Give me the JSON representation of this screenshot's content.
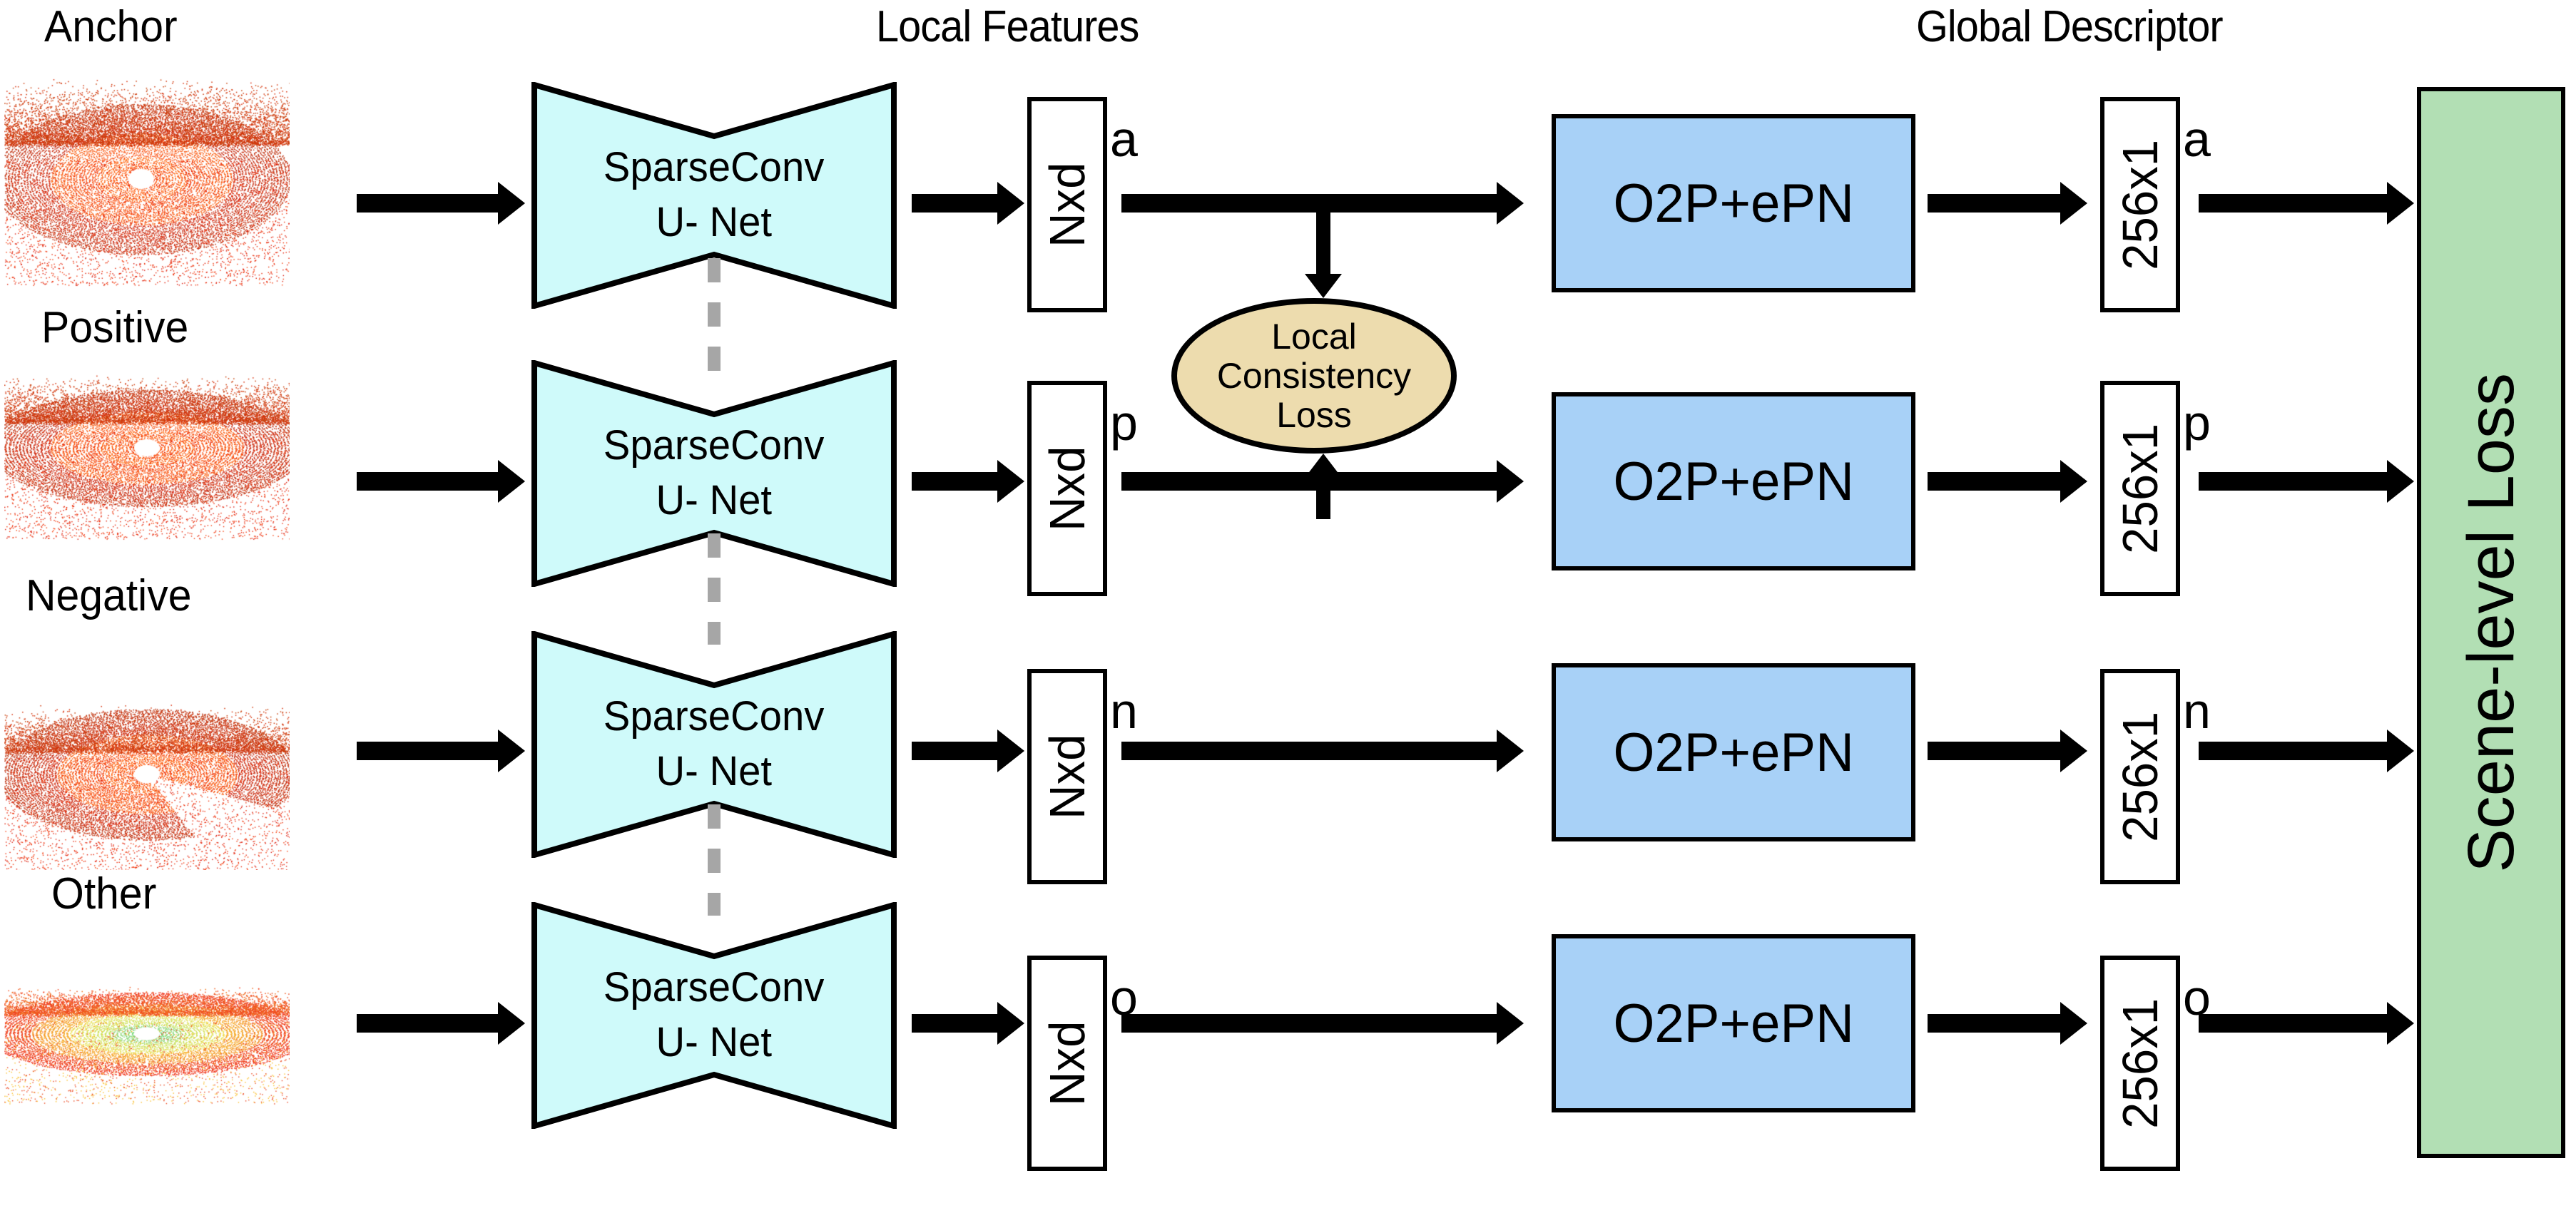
{
  "figure": {
    "headers": {
      "local_features": "Local Features",
      "global_descriptor": "Global Descriptor"
    },
    "colors": {
      "unet_fill": "#CFFAFA",
      "o2p_fill": "#A8D1F7",
      "loss_ellipse_fill": "#EDDCAE",
      "scene_loss_fill": "#B2DFB4",
      "stroke": "#000000",
      "skip_dash": "#A6A6A6"
    },
    "rows": [
      {
        "input_label": "Anchor",
        "encoder_label_line1": "SparseConv",
        "encoder_label_line2": "U- Net",
        "local_feature_box": "Nxd",
        "local_feature_subscript": "a",
        "pooling_label": "O2P+ePN",
        "descriptor_box": "256x1",
        "descriptor_subscript": "a",
        "cloud_palette": "red-orange"
      },
      {
        "input_label": "Positive",
        "encoder_label_line1": "SparseConv",
        "encoder_label_line2": "U- Net",
        "local_feature_box": "Nxd",
        "local_feature_subscript": "p",
        "pooling_label": "O2P+ePN",
        "descriptor_box": "256x1",
        "descriptor_subscript": "p",
        "cloud_palette": "red-orange"
      },
      {
        "input_label": "Negative",
        "encoder_label_line1": "SparseConv",
        "encoder_label_line2": "U- Net",
        "local_feature_box": "Nxd",
        "local_feature_subscript": "n",
        "pooling_label": "O2P+ePN",
        "descriptor_box": "256x1",
        "descriptor_subscript": "n",
        "cloud_palette": "red-orange"
      },
      {
        "input_label": "Other",
        "encoder_label_line1": "SparseConv",
        "encoder_label_line2": "U- Net",
        "local_feature_box": "Nxd",
        "local_feature_subscript": "o",
        "pooling_label": "O2P+ePN",
        "descriptor_box": "256x1",
        "descriptor_subscript": "o",
        "cloud_palette": "green-yellow"
      }
    ],
    "local_consistency_loss": "Local\nConsistency\nLoss",
    "local_consistency_loss_lines": [
      "Local",
      "Consistency",
      "Loss"
    ],
    "scene_level_loss": "Scene-level Loss"
  }
}
